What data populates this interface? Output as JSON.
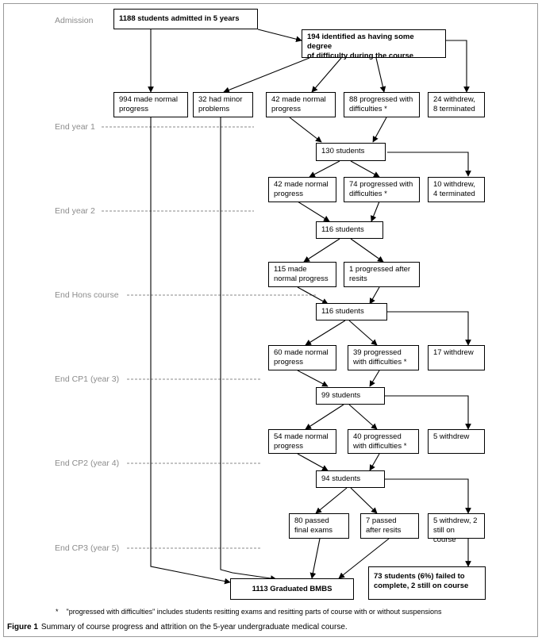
{
  "stages": {
    "admission": "Admission",
    "end_year1": "End year 1",
    "end_year2": "End year 2",
    "end_hons": "End Hons course",
    "end_cp1": "End CP1 (year 3)",
    "end_cp2": "End CP2 (year 4)",
    "end_cp3": "End CP3 (year 5)"
  },
  "nodes": {
    "admitted": "1188 students admitted in 5 years",
    "identified": "194 identified as having some degree\nof difficulty during the course",
    "y1_normal994": "994 made normal\nprogress",
    "y1_minor": "32 had minor\nproblems",
    "y1_normal42": "42 made normal\nprogress",
    "y1_progressed88": "88 progressed with\ndifficulties *",
    "y1_withdrew": "24 withdrew,\n8 terminated",
    "y1_students": "130 students",
    "y2_normal": "42 made normal\nprogress",
    "y2_progressed": "74 progressed with\ndifficulties *",
    "y2_withdrew": "10 withdrew,\n4 terminated",
    "y2_students": "116 students",
    "hons_normal": "115 made\nnormal progress",
    "hons_resits": "1 progressed after\nresits",
    "hons_students": "116 students",
    "cp1_normal": "60 made normal\nprogress",
    "cp1_progressed": "39 progressed\nwith difficulties *",
    "cp1_withdrew": "17 withdrew",
    "cp1_students": "99 students",
    "cp2_normal": "54 made normal\nprogress",
    "cp2_progressed": "40 progressed\nwith difficulties *",
    "cp2_withdrew": "5 withdrew",
    "cp2_students": "94 students",
    "cp3_passed": "80 passed\nfinal exams",
    "cp3_resits": "7 passed\nafter resits",
    "cp3_withdrew": "5 withdrew, 2\nstill on course",
    "graduated": "1113 Graduated BMBS",
    "failed": "73 students (6%) failed to\ncomplete, 2 still on course"
  },
  "footnote": {
    "marker": "*",
    "text": "\"progressed with difficulties\" includes students resitting exams and resitting parts of course with or without suspensions"
  },
  "caption": {
    "label": "Figure 1",
    "text": "Summary of course progress and attrition on the 5-year undergraduate medical course."
  }
}
